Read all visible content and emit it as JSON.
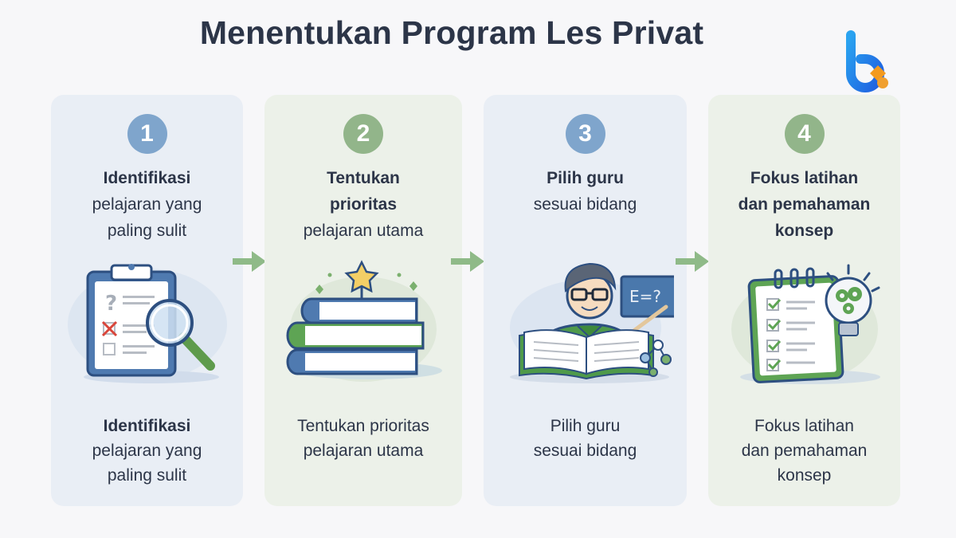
{
  "header": {
    "title": "Menentukan Program Les Privat",
    "logo": "b-brand-logo"
  },
  "colors": {
    "blue_card": "#e9eef5",
    "green_card": "#ecf1e9",
    "blue_badge": "#7fa5cc",
    "green_badge": "#92b58a",
    "arrow": "#8fba88",
    "title": "#2c3548"
  },
  "steps": [
    {
      "number": "1",
      "head_bold": [
        "Identifikasi"
      ],
      "head_regular": [
        "pelajaran yang",
        "paling sulit"
      ],
      "icon": "clipboard-magnifier-icon",
      "foot_bold": "Identifikasi",
      "foot_lines": [
        "pelajaran yang",
        "paling sulit"
      ]
    },
    {
      "number": "2",
      "head_bold": [
        "Tentukan",
        "prioritas"
      ],
      "head_regular": [
        "pelajaran utama"
      ],
      "icon": "books-star-icon",
      "foot_lines": [
        "Tentukan prioritas",
        "pelajaran utama"
      ]
    },
    {
      "number": "3",
      "head_bold": [
        "Pilih guru"
      ],
      "head_regular": [
        "sesuai bidang"
      ],
      "icon": "teacher-icon",
      "foot_lines": [
        "Pilih guru",
        "sesuai bidang"
      ]
    },
    {
      "number": "4",
      "head_bold": [
        "Fokus latihan",
        "dan pemahaman",
        "konsep"
      ],
      "head_regular": [],
      "icon": "checklist-lightbulb-icon",
      "foot_lines": [
        "Fokus latihan",
        "dan pemahaman",
        "konsep"
      ]
    }
  ],
  "illustration_text": {
    "board": "E=?"
  }
}
